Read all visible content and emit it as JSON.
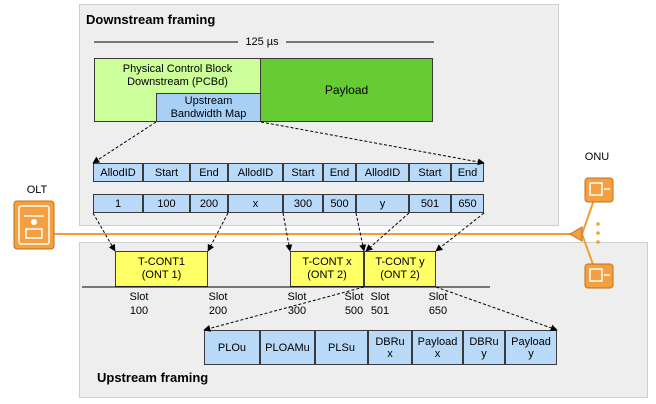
{
  "downstream": {
    "title": "Downstream framing",
    "duration": "125 µs",
    "pcbd": "Physical Control Block\nDownstream (PCBd)",
    "bwmap": "Upstream\nBandwidth Map",
    "payload": "Payload",
    "header_row": [
      "AllodID",
      "Start",
      "End",
      "AllodID",
      "Start",
      "End",
      "AllodID",
      "Start",
      "End"
    ],
    "value_row": [
      "1",
      "100",
      "200",
      "x",
      "300",
      "500",
      "y",
      "501",
      "650"
    ]
  },
  "olt_label": "OLT",
  "onu_label": "ONU",
  "upstream": {
    "title": "Upstream framing",
    "tconts": [
      "T-CONT1\n(ONT 1)",
      "T-CONT x\n(ONT 2)",
      "T-CONT y\n(ONT 2)"
    ],
    "slots": [
      "Slot\n100",
      "Slot\n200",
      "Slot\n300",
      "Slot\n500",
      "Slot\n501",
      "Slot\n650"
    ],
    "frame": [
      "PLOu",
      "PLOAMu",
      "PLSu",
      "DBRu\nx",
      "Payload\nx",
      "DBRu\ny",
      "Payload\ny"
    ]
  },
  "colors": {
    "fiber": "#f0a030",
    "device": "#f5a040",
    "panel": "#eeeeee",
    "cell": "#b8d9f7",
    "tcont": "#ffff66"
  }
}
